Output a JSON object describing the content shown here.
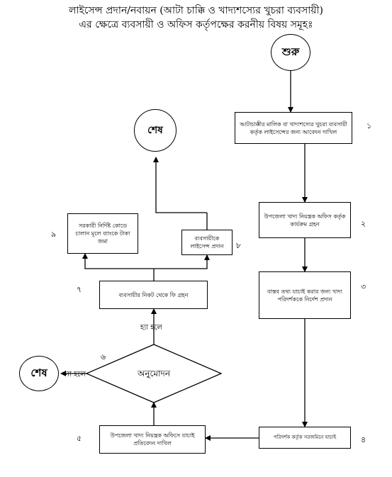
{
  "title_line1": "লাইসেন্স প্রদান/নবায়ন (আটা চাক্কি ও খাদ্যশস্যের খুচরা ব্যবসায়ী)",
  "title_line2": "এর ক্ষেত্রে ব্যবসায়ী ও অফিস কর্তৃপক্ষের করনীয় বিষয় সমূহঃ",
  "start_label": "শুরু",
  "end_label_top": "শেষ",
  "end_label_left": "শেষ",
  "steps": {
    "s1": {
      "num": "১",
      "text": "আটাচাক্কীর মালিক বা খাদ্যশস্যের খুচরা ব্যবসায়ী কর্তৃক লাইসেন্সের জন্য আবেদন দাখিল"
    },
    "s2": {
      "num": "২",
      "text": "উপজেলা খাদ্য নিয়ন্ত্রক অফিস কর্তৃক কার্যক্রম গ্রহন"
    },
    "s3": {
      "num": "৩",
      "text": "বাস্তব তথ্য যাচাই করার জন্য খাদ্য পরিদর্শককে নির্দেশ প্রদান"
    },
    "s4": {
      "num": "৪",
      "text": "পরিদর্শক কর্তৃক সরজমিনে যাচাই"
    },
    "s5": {
      "num": "৫",
      "text": "উপজেলা খাদ্য নিয়ন্ত্রক অফিসে যাচাই প্রতিবেদন দাখিল"
    },
    "s6": {
      "num": "৬",
      "text": "অনুমোদন"
    },
    "s7": {
      "num": "৭",
      "text": "ব্যবসায়ীর নিকট থেকে ফি গ্রহন"
    },
    "s8": {
      "num": "৮",
      "text": "ব্যবসায়ীকে লাইসেন্স প্রদান"
    },
    "s9": {
      "num": "৯",
      "text": "সরকারী নির্দিষ্ট কোডে চালান মূলে ব্যাংকে টাকা জমা"
    }
  },
  "yes_label": "হ্যা হলে",
  "no_label": "না হলে"
}
